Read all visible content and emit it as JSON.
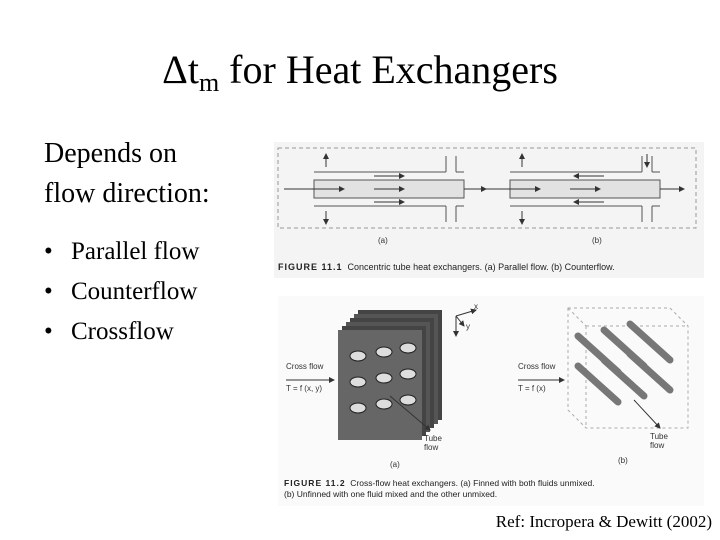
{
  "slide": {
    "title_symbol": "Δt",
    "title_sub": "m",
    "title_rest": " for Heat Exchangers",
    "intro_line1": "Depends on",
    "intro_line2": "flow direction:",
    "bullets": [
      "Parallel flow",
      "Counterflow",
      "Crossflow"
    ],
    "reference": "Ref: Incropera & Dewitt (2002)"
  },
  "figure1": {
    "label_a": "(a)",
    "label_b": "(b)",
    "caption_num": "FIGURE 11.1",
    "caption_text": "Concentric tube heat exchangers. (a) Parallel flow. (b) Counterflow."
  },
  "figure2": {
    "axis_x": "x",
    "axis_y": "y",
    "crossflow_a": "Cross flow",
    "crossflow_a_eq": "T = f (x, y)",
    "crossflow_b": "Cross flow",
    "crossflow_b_eq": "T = f (x)",
    "tube_flow_a": "Tube",
    "tube_flow_a2": "flow",
    "tube_flow_b": "Tube",
    "tube_flow_b2": "flow",
    "label_a": "(a)",
    "label_b": "(b)",
    "caption_num": "FIGURE 11.2",
    "caption_line1": "Cross-flow heat exchangers. (a) Finned with both fluids unmixed.",
    "caption_line2": "(b) Unfinned with one fluid mixed and the other unmixed."
  }
}
